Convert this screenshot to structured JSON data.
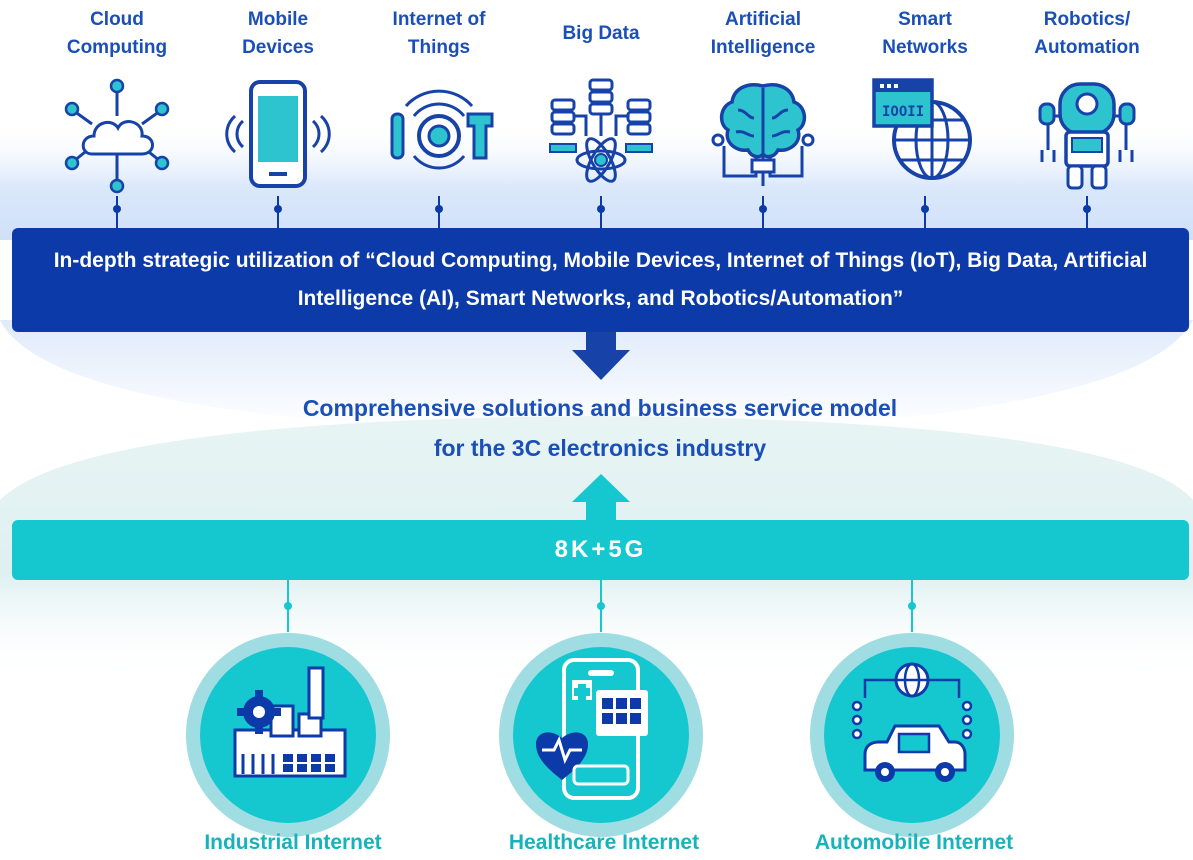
{
  "technologies": [
    {
      "label": "Cloud\nComputing",
      "icon": "cloud-network-icon"
    },
    {
      "label": "Mobile\nDevices",
      "icon": "smartphone-icon"
    },
    {
      "label": "Internet of\nThings",
      "icon": "iot-icon"
    },
    {
      "label": "Big Data",
      "icon": "big-data-icon"
    },
    {
      "label": "Artificial\nIntelligence",
      "icon": "brain-chip-icon"
    },
    {
      "label": "Smart\nNetworks",
      "icon": "globe-network-icon"
    },
    {
      "label": "Robotics/\nAutomation",
      "icon": "robot-icon"
    }
  ],
  "strategy_bar": {
    "text": "In-depth strategic utilization of “Cloud Computing, Mobile Devices, Internet of Things (IoT), Big Data, Artificial Intelligence (AI), Smart Networks, and Robotics/Automation”"
  },
  "middle": {
    "text": "Comprehensive solutions and business service model\nfor the 3C electronics industry"
  },
  "foundation_bar": {
    "text": "8K+5G"
  },
  "domains": [
    {
      "label": "Industrial Internet",
      "icon": "factory-gear-icon"
    },
    {
      "label": "Healthcare Internet",
      "icon": "health-app-icon"
    },
    {
      "label": "Automobile Internet",
      "icon": "connected-car-icon"
    }
  ],
  "colors": {
    "navy": "#0c3aa8",
    "blue_text": "#1a4fb8",
    "teal": "#15c7cf",
    "teal_text": "#16b3bc",
    "icon_cyan": "#2ec4cf",
    "icon_blue": "#1742a8"
  }
}
